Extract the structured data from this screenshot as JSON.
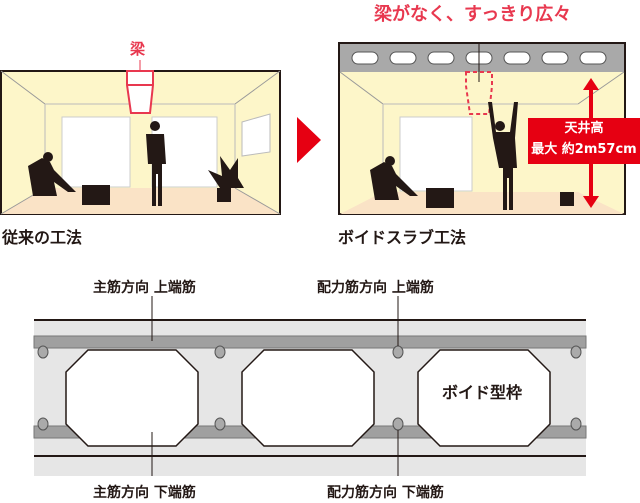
{
  "left_panel": {
    "beam_label": "梁",
    "caption": "従来の工法"
  },
  "right_panel": {
    "headline": "梁がなく、すっきり広々",
    "caption": "ボイドスラブ工法",
    "ceiling_box": {
      "line1": "天井高",
      "line2": "最大 約2m57cm"
    }
  },
  "section": {
    "labels": {
      "main_top": "主筋方向 上端筋",
      "dist_top": "配力筋方向 上端筋",
      "main_bottom": "主筋方向 下端筋",
      "dist_bottom": "配力筋方向 下端筋",
      "void_form": "ボイド型枠"
    }
  },
  "colors": {
    "accent_red": "#e60012",
    "beam_pink": "#e8384f",
    "wall": "#fdf6c9",
    "floor": "#fae3c6",
    "slab_gray": "#a9a9a9",
    "concrete": "#e6e6e6"
  }
}
